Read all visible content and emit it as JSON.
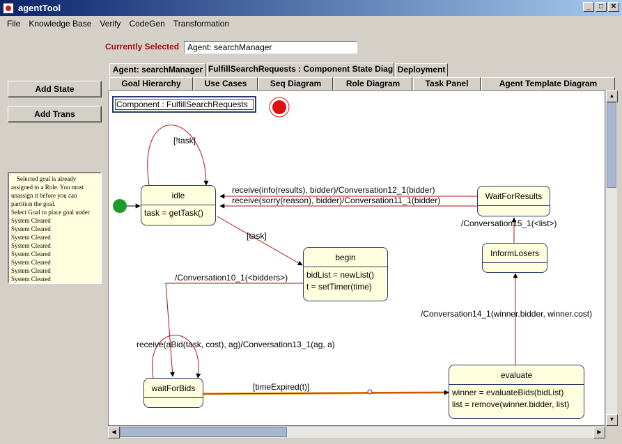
{
  "window": {
    "title": "agentTool"
  },
  "menu": [
    "File",
    "Knowledge Base",
    "Verify",
    "CodeGen",
    "Transformation"
  ],
  "selection": {
    "label": "Currently Selected",
    "value": "Agent: searchManager"
  },
  "sidebar": {
    "add_state": "Add State",
    "add_trans": "Add Trans"
  },
  "log": {
    "message": [
      "Selected goal is already",
      "assigned to a Role.  You must",
      "unassign it before you can",
      "partition the goal."
    ],
    "lines": [
      "Select Goal to place goal under",
      "System Cleared",
      "System Cleared",
      "System Cleared",
      "System Cleared",
      "System Cleared",
      "System Cleared",
      "System Cleared",
      "System Cleared"
    ]
  },
  "tabs_row1": [
    "Agent: searchManager",
    "FulfillSearchRequests : Component State Diag",
    "Deployment"
  ],
  "tabs_row2": [
    "Goal Hierarchy",
    "Use Cases",
    "Seq Diagram",
    "Role Diagram",
    "Task Panel",
    "Agent Template Diagram"
  ],
  "diagram": {
    "component_label": "Component : FulfillSearchRequests",
    "states": {
      "idle": {
        "name": "idle",
        "activity": [
          "task = getTask()"
        ]
      },
      "begin": {
        "name": "begin",
        "activity": [
          "bidList = newList()",
          "t = setTimer(time)"
        ]
      },
      "waitForBids": {
        "name": "waitForBids",
        "activity": []
      },
      "evaluate": {
        "name": "evaluate",
        "activity": [
          "winner = evaluateBids(bidList)",
          "list = remove(winner.bidder, list)"
        ]
      },
      "waitForResults": {
        "name": "WaitForResults",
        "activity": []
      },
      "informLosers": {
        "name": "InformLosers",
        "activity": []
      }
    },
    "transitions": {
      "idle_self": "[!task]",
      "idle_begin": "[task]",
      "results_idle_info": "receive(info(results), bidder)/Conversation12_1(bidder)",
      "results_idle_sorry": "receive(sorry(reason), bidder)/Conversation11_1(bidder)",
      "begin_wait": "/Conversation10_1(<bidders>)",
      "wait_self": "receive(aBid(task, cost), ag)/Conversation13_1(ag, a)",
      "wait_evaluate": "[timeExpired(t)]",
      "evaluate_inform": "/Conversation14_1(winner.bidder, winner.cost)",
      "inform_results": "/Conversation15_1(<list>)"
    }
  },
  "colors": {
    "transition": "#b01010",
    "state_fill": "#ffffe0",
    "start_node": "#1f9a2c",
    "end_node": "#e01010",
    "label_red": "#a01010"
  }
}
